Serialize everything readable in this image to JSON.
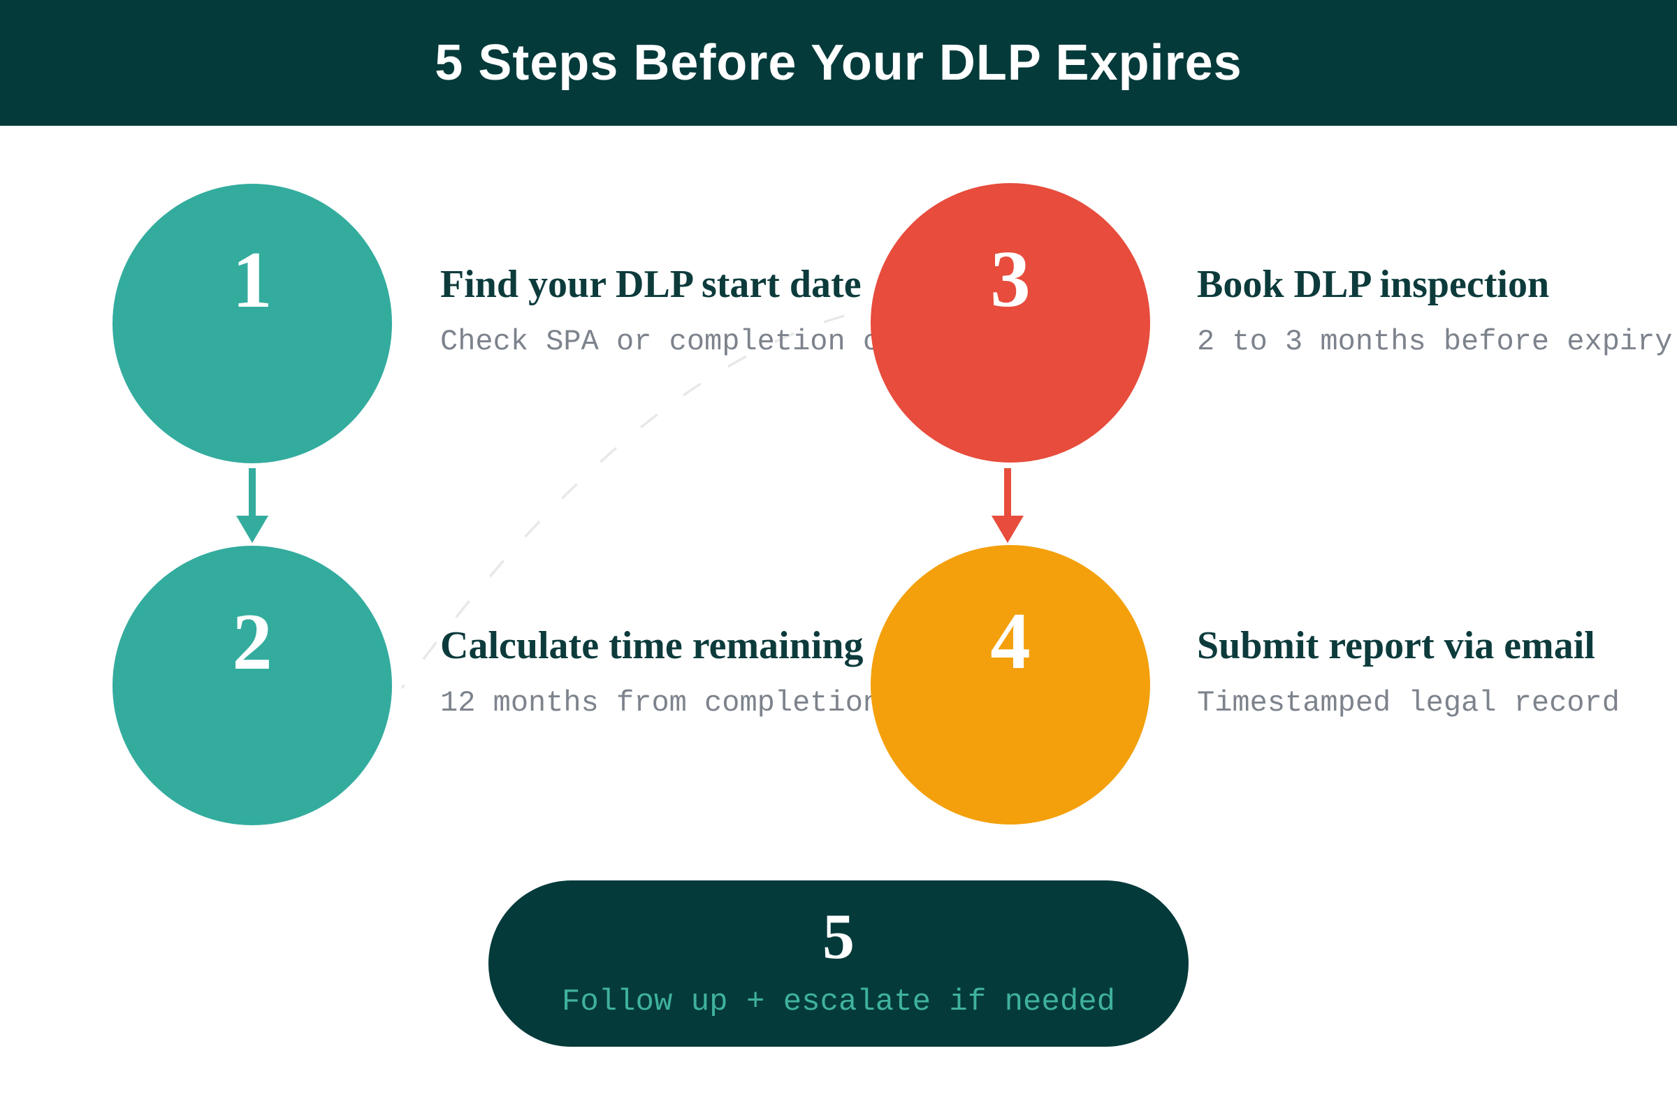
{
  "title": "5 Steps Before Your DLP Expires",
  "steps": [
    {
      "number": "1",
      "title": "Find your DLP start date",
      "subtitle": "Check SPA or completion c",
      "color": "#33ac9e"
    },
    {
      "number": "2",
      "title": "Calculate time remaining",
      "subtitle": "12 months from completion",
      "color": "#33ac9e"
    },
    {
      "number": "3",
      "title": "Book DLP inspection",
      "subtitle": "2 to 3 months before expiry",
      "color": "#e74c3c"
    },
    {
      "number": "4",
      "title": "Submit report via email",
      "subtitle": "Timestamped legal record",
      "color": "#f3a00c"
    },
    {
      "number": "5",
      "subtitle": "Follow up + escalate if needed",
      "color": "#053a3b"
    }
  ],
  "colors": {
    "header_background": "#053a3b",
    "teal_circle": "#33ac9e",
    "red_circle": "#e74c3c",
    "orange_circle": "#f3a00c",
    "pill_background": "#053a3b",
    "heading_text": "#0d3b3c",
    "subtitle_text": "#7d838c",
    "pill_subtitle_text": "#3fb29e",
    "dashed_line": "#e8e8e8"
  }
}
